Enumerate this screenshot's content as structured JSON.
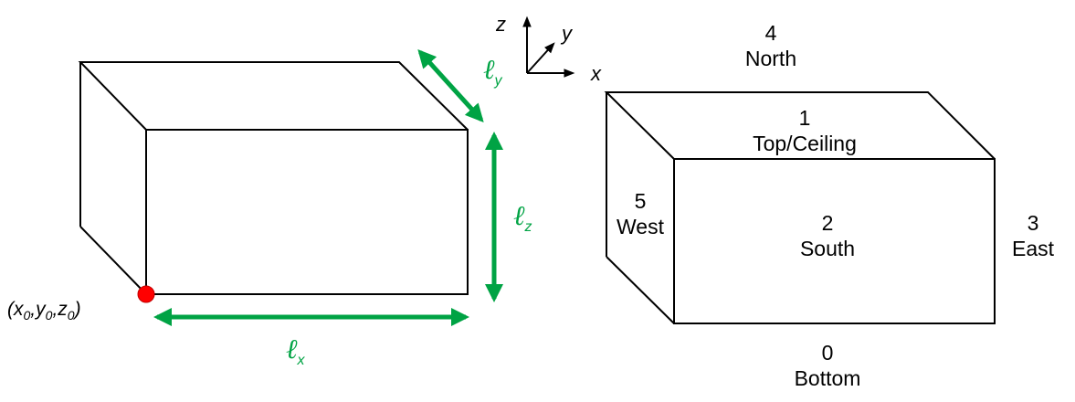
{
  "colors": {
    "accent": "#00A344",
    "point": "#FF0000",
    "line": "#000000"
  },
  "left_box": {
    "dim_x": {
      "symbol": "ℓ",
      "sub": "x"
    },
    "dim_y": {
      "symbol": "ℓ",
      "sub": "y"
    },
    "dim_z": {
      "symbol": "ℓ",
      "sub": "z"
    },
    "origin": {
      "open": "(x",
      "s1": "0",
      "c1": ",y",
      "s2": "0",
      "c2": ",z",
      "s3": "0",
      "close": ")"
    }
  },
  "axes": {
    "z": "z",
    "y": "y",
    "x": "x"
  },
  "faces": {
    "north": {
      "num": "4",
      "name": "North"
    },
    "top": {
      "num": "1",
      "name": "Top/Ceiling"
    },
    "west": {
      "num": "5",
      "name": "West"
    },
    "south": {
      "num": "2",
      "name": "South"
    },
    "east": {
      "num": "3",
      "name": "East"
    },
    "bottom": {
      "num": "0",
      "name": "Bottom"
    }
  }
}
